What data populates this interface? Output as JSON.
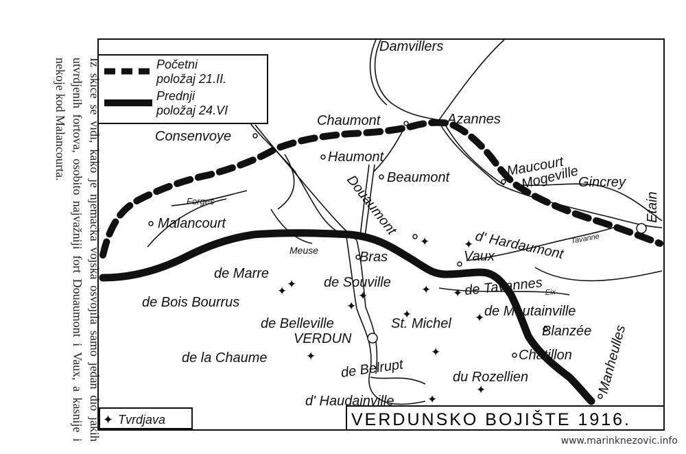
{
  "caption": "Iz skice se vidi, kako je njemačka vojska osvojila samo jedan dio jakih utvrdjenih fortova, osobito najvažniji fort Douaumont i Vaux, a kasnije i nekoje kod Malancourta.",
  "watermark": "www.marinknezovic.info",
  "legend": {
    "initial": "Početni položaj 21.II.",
    "initial_line1": "Početni",
    "initial_line2": "položaj 21.II.",
    "forward": "Prednji položaj 24.VI",
    "forward_line1": "Prednji",
    "forward_line2": "položaj 24.VI"
  },
  "fort_legend": "Tvrdjava",
  "title": "VERDUNSKO BOJIŠTE 1916.",
  "places": {
    "damvillers": "Damvillers",
    "chaumont": "Chaumont",
    "azannes": "Azannes",
    "consenvoye": "Consenvoye",
    "haumont": "Haumont",
    "beaumont": "Beaumont",
    "maucourt": "Maucourt",
    "mogeville": "Mogeville",
    "gincrey": "Gincrey",
    "etain": "Etain",
    "forges": "Forges",
    "malancourt": "Malancourt",
    "douaumont": "Douaumont",
    "hardaumont": "d' Hardaumont",
    "tavanne": "Tavanne",
    "meuse": "Meuse",
    "bras": "Bras",
    "vaux": "Vaux",
    "marre": "de Marre",
    "souville": "de Souville",
    "tavannes": "de Tavannes",
    "eix": "Eix",
    "bois_bourrus": "de Bois Bourrus",
    "moutainville": "de Moutainville",
    "belleville": "de Belleville",
    "st_michel": "St. Michel",
    "blanzee": "Blanzée",
    "verdun": "VERDUN",
    "chaume": "de la Chaume",
    "chatillon": "Chatillon",
    "belrupt": "de Belrupt",
    "rozellien": "du Rozellien",
    "manheulles": "Manheulles",
    "haudainville": "d' Haudainville"
  },
  "colors": {
    "ink": "#111111",
    "paper": "#ffffff"
  }
}
